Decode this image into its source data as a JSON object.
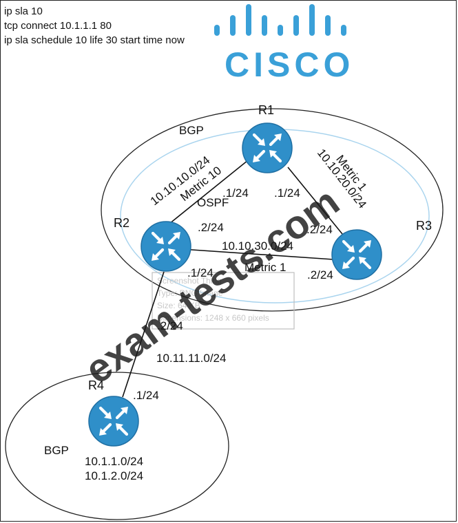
{
  "config": {
    "lines": [
      "ip sla 10",
      "tcp connect 10.1.1.1 80",
      "ip sla schedule 10 life 30 start time now"
    ]
  },
  "logo": {
    "text": "CISCO"
  },
  "routers": {
    "r1": "R1",
    "r2": "R2",
    "r3": "R3",
    "r4": "R4"
  },
  "areas": {
    "bgp_top": "BGP",
    "ospf": "OSPF",
    "bgp_bottom": "BGP"
  },
  "links": {
    "r1_r2": {
      "network": "10.10.10.0/24",
      "metric": "Metric 10",
      "r1_addr": ".1/24",
      "r2_addr": ".2/24"
    },
    "r1_r3": {
      "network": "10.10.20.0/24",
      "metric": "Metric 1",
      "r1_addr": ".1/24",
      "r3_addr": ".2/24"
    },
    "r2_r3": {
      "network": "10.10.30.0/24",
      "metric": "Metric 1",
      "r2_addr": ".1/24",
      "r3_addr": ".2/24"
    },
    "r2_r4": {
      "network": "10.11.11.0/24",
      "r2_addr": ".2/24",
      "r4_addr": ".1/24"
    }
  },
  "r4_networks": [
    "10.1.1.0/24",
    "10.1.2.0/24"
  ],
  "watermark": "exam-tests.com",
  "ghost_tooltip": [
    "Screenshot Thing",
    "Type: PNG Image",
    "Size: 64 KB",
    "Dimensions: 1248 x 660 pixels"
  ],
  "colors": {
    "router_fill": "#2f8fc9",
    "router_arrow": "#ffffff",
    "cisco_blue": "#3aa0d8",
    "ospf_ring": "#a9d4ee"
  }
}
